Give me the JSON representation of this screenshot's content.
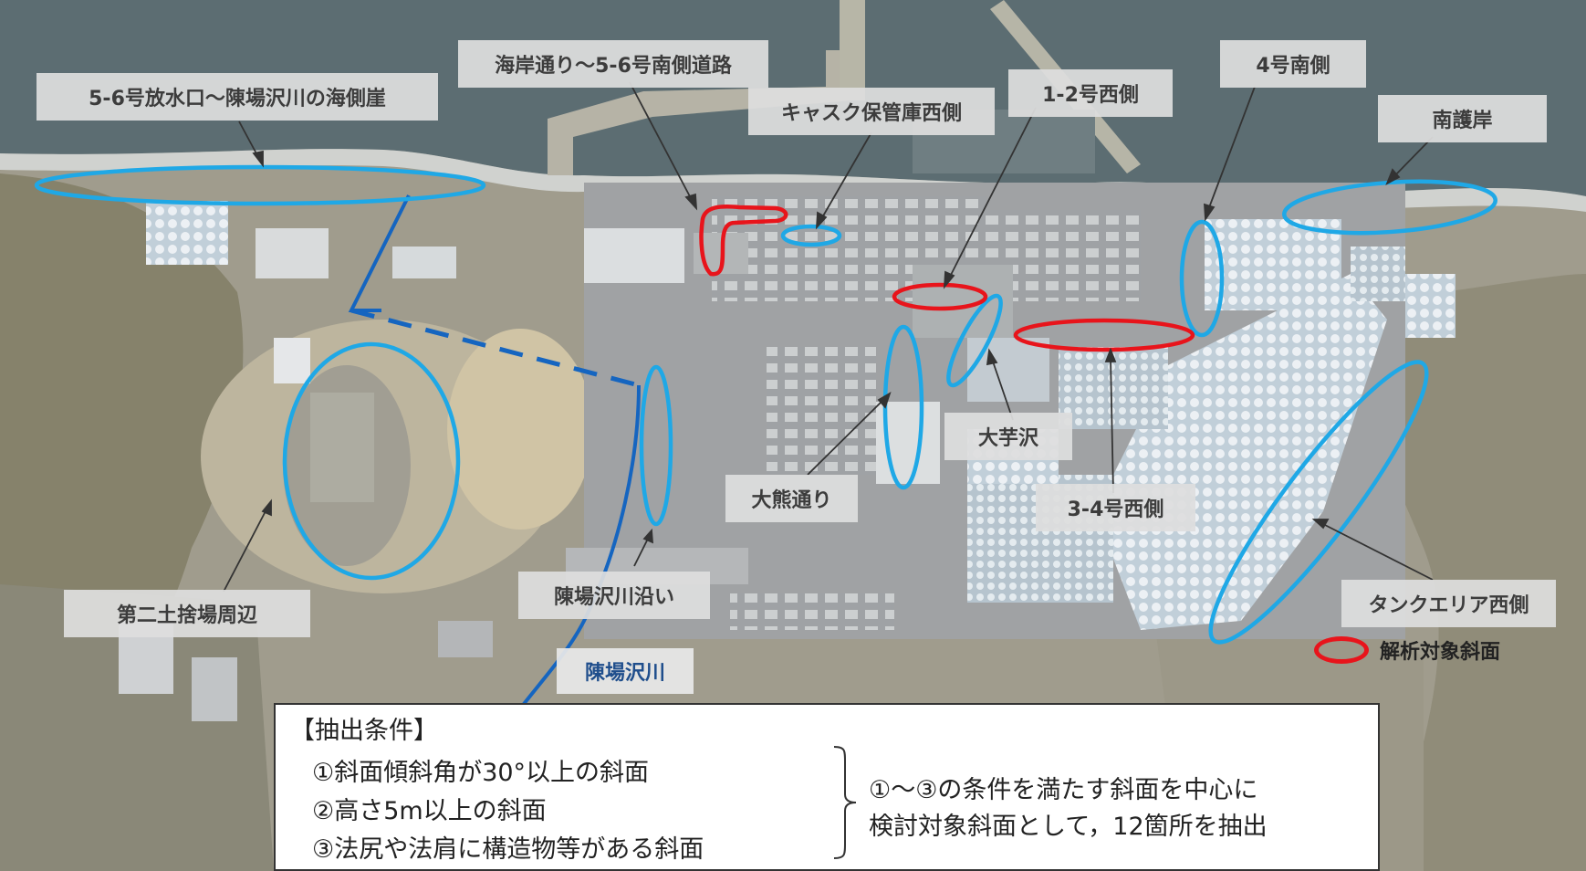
{
  "labels": {
    "shore_cliff": "5-6号放水口～陳場沢川の海側崖",
    "coast_road": "海岸通り～5-6号南側道路",
    "cask": "キャスク保管庫西側",
    "west12": "1-2号西側",
    "south4": "4号南側",
    "south_seawall": "南護岸",
    "oimo": "大芋沢",
    "okuma": "大熊通り",
    "west34": "3-4号西側",
    "chinba_along": "陳場沢川沿い",
    "tank_west": "タンクエリア西側",
    "dumpsite2": "第二土捨場周辺",
    "chinba_river": "陳場沢川"
  },
  "legend": {
    "label": "解析対象斜面",
    "color": "#e8141b"
  },
  "conditions": {
    "title": "【抽出条件】",
    "items": [
      "①斜面傾斜角が30°以上の斜面",
      "②高さ5m以上の斜面",
      "③法尻や法肩に構造物等がある斜面"
    ],
    "summary_line1": "①～③の条件を満たす斜面を中心に",
    "summary_line2": "検討対象斜面として，12箇所を抽出"
  },
  "colors": {
    "candidate_slope": "#1fa8e6",
    "analysis_slope": "#e8141b",
    "river": "#1565c0"
  }
}
